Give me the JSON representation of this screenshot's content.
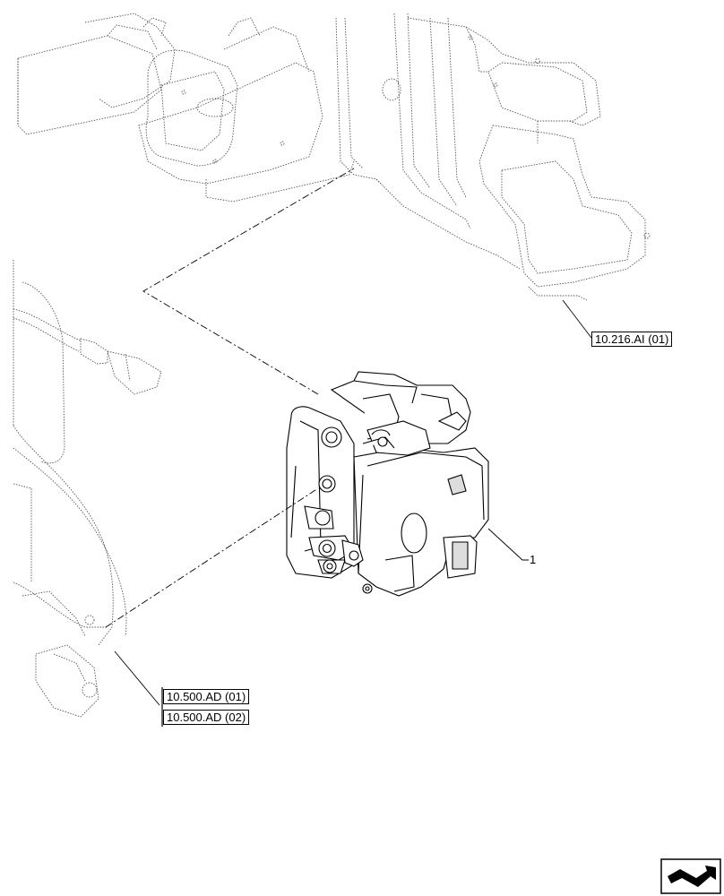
{
  "callouts": {
    "part_1": "1"
  },
  "references": {
    "ref_10_216": "10.216.AI (01)",
    "ref_10_500_01": "10.500.AD (01)",
    "ref_10_500_02": "10.500.AD (02)"
  },
  "icons": {
    "nav": "page-turn-arrow-icon"
  }
}
